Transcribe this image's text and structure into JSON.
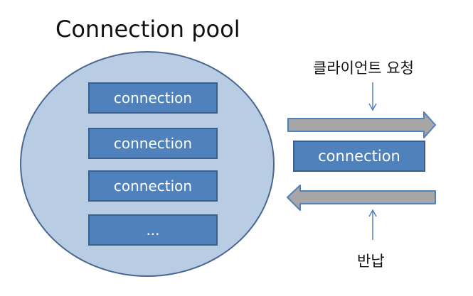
{
  "diagram": {
    "title": "Connection pool",
    "pool_connections": [
      "connection",
      "connection",
      "connection",
      "..."
    ],
    "active_connection": "connection",
    "request_label": "클라이언트 요청",
    "return_label": "반납"
  },
  "colors": {
    "pool_fill": "#b8cce4",
    "pool_border": "#4a6791",
    "connection_fill": "#4f81bd",
    "connection_border": "#3a5f8f",
    "arrow_fill": "#a6a6a6",
    "arrow_border": "#4f81bd",
    "pointer_line": "#4f81bd"
  }
}
